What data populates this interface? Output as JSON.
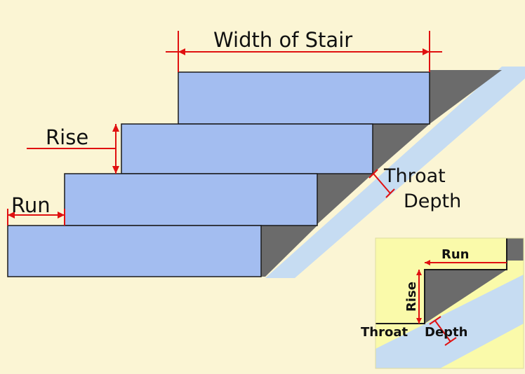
{
  "labels": {
    "width_of_stair": "Width of Stair",
    "rise": "Rise",
    "run": "Run",
    "throat": "Throat",
    "depth": "Depth"
  },
  "inset": {
    "run": "Run",
    "rise": "Rise",
    "throat": "Throat",
    "depth": "Depth"
  },
  "colors": {
    "background": "#fbf5d4",
    "tread": "#a3bdf0",
    "riser_shadow": "#6b6b6b",
    "slab": "#c6dcf2",
    "dimension_line": "#e01010",
    "inset_background": "#fafaaa",
    "outline": "#1a1a1a"
  }
}
